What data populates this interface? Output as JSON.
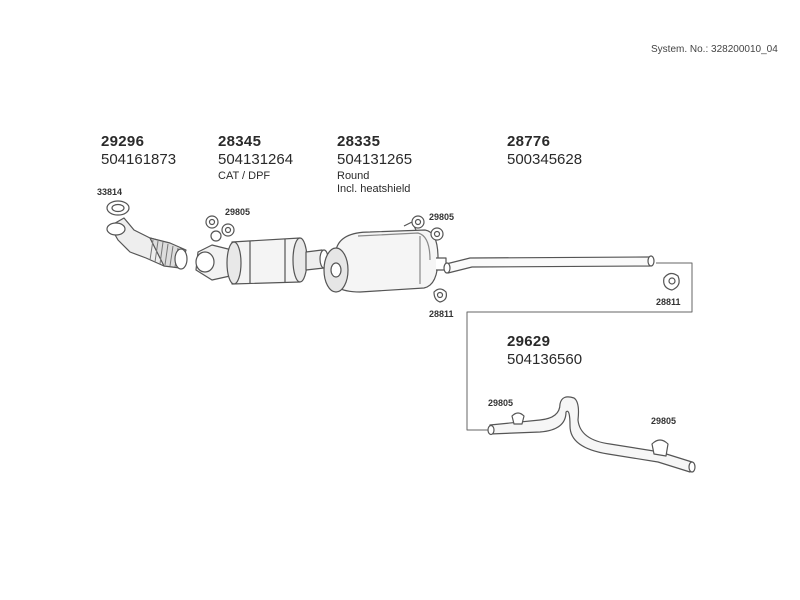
{
  "system_label": "System. No.: 328200010_04",
  "parts": [
    {
      "num": "29296",
      "oe": "504161873",
      "notes": []
    },
    {
      "num": "28345",
      "oe": "504131264",
      "notes": [
        "CAT / DPF"
      ]
    },
    {
      "num": "28335",
      "oe": "504131265",
      "notes": [
        "Round",
        "Incl. heatshield"
      ]
    },
    {
      "num": "28776",
      "oe": "500345628",
      "notes": []
    },
    {
      "num": "29629",
      "oe": "504136560",
      "notes": []
    }
  ],
  "small_labels": {
    "gasket": "33814",
    "clamp_a": "29805",
    "clamp_b": "29805",
    "hanger_a": "28811",
    "hanger_b": "28811",
    "clamp_c": "29805",
    "clamp_d": "29805"
  }
}
